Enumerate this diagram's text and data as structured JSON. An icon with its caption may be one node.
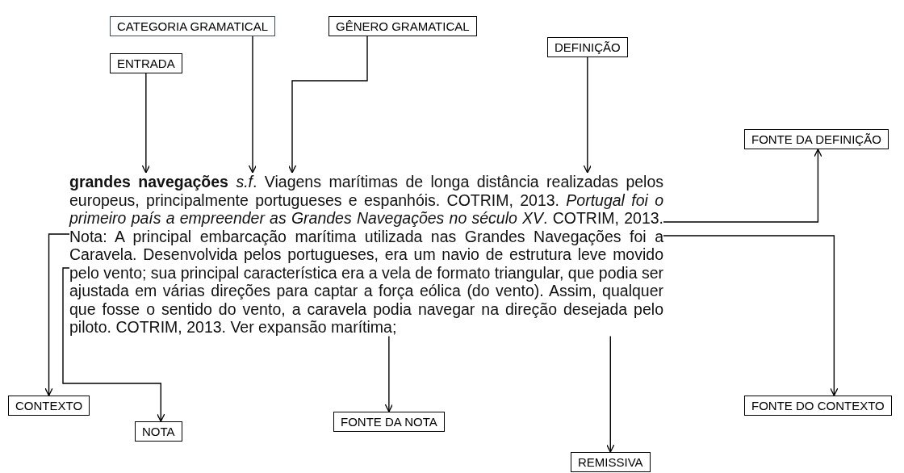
{
  "diagram": {
    "nodes": [
      {
        "text": [
          "CATEGORIA GRAMATICAL"
        ]
      },
      {
        "text": [
          "GÊNERO GRAMATICAL"
        ]
      },
      {
        "text": [
          "ENTRADA"
        ]
      },
      {
        "text": [
          "DEFINIÇÃO"
        ]
      },
      {
        "text": [
          "FONTE DA DEFINIÇÃO"
        ]
      },
      {
        "text": [
          "**grandes navegações** *s.f*. Viagens marítimas de longa distância realizadas pelos europeus, principalmente portugueses e espanhóis. COTRIM, 2013. *Portugal foi o primeiro país a empreender as Grandes Navegações no século XV*. COTRIM, 2013. Nota: A principal embarcação marítima utilizada nas Grandes Navegações foi a Caravela. Desenvolvida pelos portugueses, era um navio de estrutura leve movido pelo vento; sua principal característica era a vela de formato triangular, que podia ser ajustada em várias direções para captar a força eólica (do vento). Assim, qualquer que fosse o sentido do vento, a caravela podia navegar na direção desejada pelo piloto. COTRIM, 2013. Ver expansão marítima;"
        ]
      },
      {
        "text": [
          "CONTEXTO"
        ]
      },
      {
        "text": [
          "FONTE DO CONTEXTO"
        ]
      },
      {
        "text": [
          "NOTA"
        ]
      },
      {
        "text": [
          "FONTE DA NOTA"
        ]
      },
      {
        "text": [
          "REMISSIVA"
        ]
      }
    ],
    "edges": [
      {
        "from": 0,
        "to": 5,
        "arrow": "to"
      },
      {
        "from": 1,
        "to": 5,
        "arrow": "to"
      },
      {
        "from": 2,
        "to": 5,
        "arrow": "to"
      },
      {
        "from": 3,
        "to": 5,
        "arrow": "to"
      },
      {
        "from": 5,
        "to": 4,
        "arrow": "to"
      },
      {
        "from": 5,
        "to": 6,
        "arrow": "to"
      },
      {
        "from": 5,
        "to": 7,
        "arrow": "to"
      },
      {
        "from": 5,
        "to": 8,
        "arrow": "to"
      },
      {
        "from": 5,
        "to": 9,
        "arrow": "to"
      },
      {
        "from": 5,
        "to": 10,
        "arrow": "to"
      }
    ]
  }
}
